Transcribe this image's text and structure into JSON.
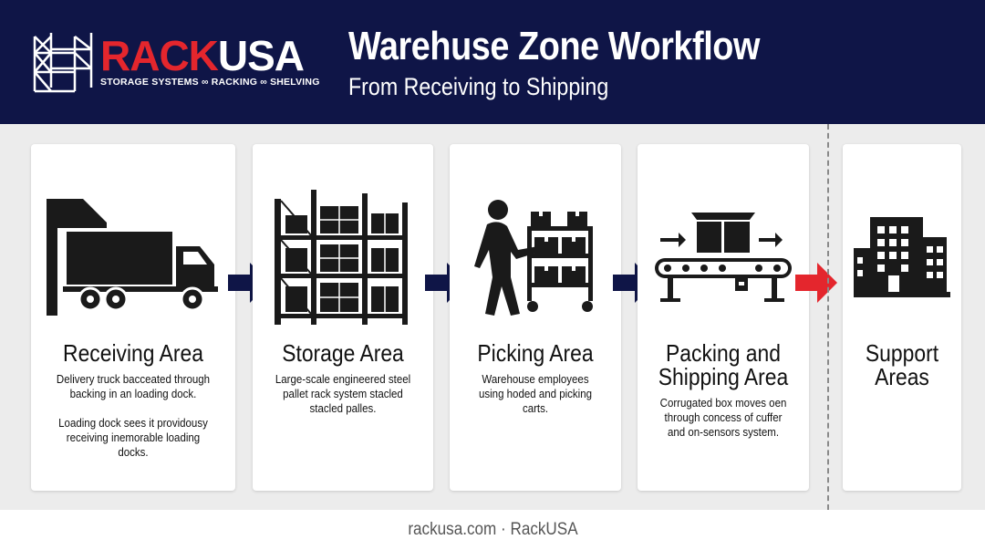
{
  "header": {
    "brand_red": "RACK",
    "brand_white": "USA",
    "tagline": "STORAGE SYSTEMS ∞ RACKING ∞ SHELVING",
    "title": "Warehuse Zone Workflow",
    "subtitle": "From Receiving to Shipping"
  },
  "zones": [
    {
      "title": "Receiving Area",
      "icon": "truck-dock-icon",
      "desc1": "Delivery truck bacceated through backing in an loading dock.",
      "desc2": "Loading dock sees it providousy receiving inemorable loading docks."
    },
    {
      "title": "Storage Area",
      "icon": "pallet-rack-icon",
      "desc1": "Large-scale engineered steel pallet rack system stacled stacled palles."
    },
    {
      "title": "Picking Area",
      "icon": "worker-cart-icon",
      "desc1": "Warehouse employees using hoded and picking carts."
    },
    {
      "title_line1": "Packing and",
      "title_line2": "Shipping Area",
      "icon": "conveyor-box-icon",
      "desc1": "Corrugated box moves oen through concess of cuffer and on-sensors system."
    },
    {
      "title_line1": "Support",
      "title_line2": "Areas",
      "icon": "buildings-icon"
    }
  ],
  "footer": {
    "text": "rackusa.com · RackUSA"
  },
  "colors": {
    "header_bg": "#0f1547",
    "brand_red": "#e4262d",
    "arrow_navy": "#0f1547",
    "arrow_red": "#e4262d",
    "icon": "#1a1a1a"
  }
}
